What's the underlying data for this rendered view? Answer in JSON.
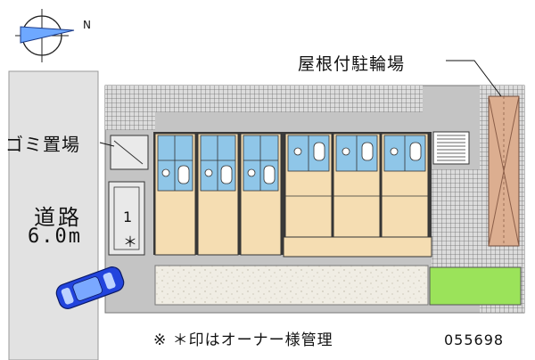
{
  "labels": {
    "roof_bicycle_parking": "屋根付駐輪場",
    "garbage_area": "ゴミ置場",
    "road_name": "道路",
    "road_width": "6.0m",
    "parking_space_number": "1",
    "parking_space_mark": "＊",
    "note": "※ ＊印はオーナー様管理",
    "property_code": "055698"
  },
  "compass": {
    "north_letter": "N"
  },
  "colors": {
    "building_floor": "#f5ddb2",
    "wet_area": "#8fc6e8",
    "walkway": "#f0ede4",
    "garden": "#9be35a",
    "bicycle_roof": "#dcae90",
    "car": "#2244dd",
    "site_fill": "#bdbdbd",
    "road": "#e0e0e0"
  }
}
